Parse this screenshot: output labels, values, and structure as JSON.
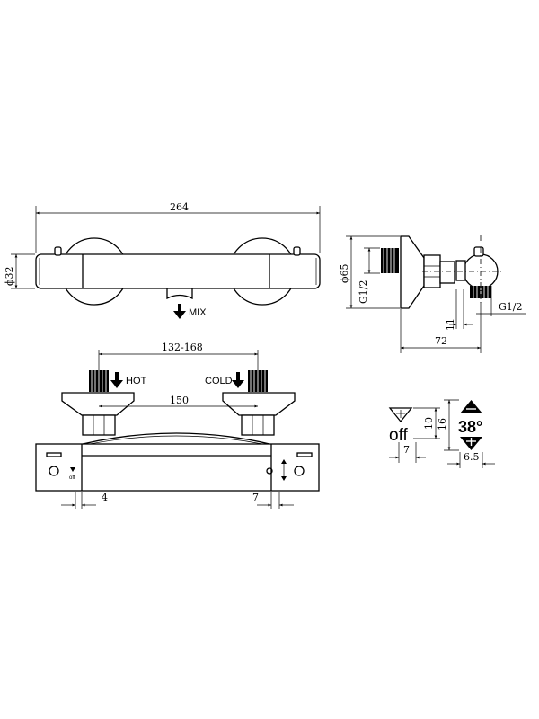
{
  "front_view": {
    "dim_length": "264",
    "dim_diameter": "ϕ32",
    "outlet_label": "MIX"
  },
  "side_view": {
    "dim_diameter": "ϕ65",
    "dim_thread_left": "G1/2",
    "dim_thread_right": "G1/2",
    "dim_offset": "11",
    "dim_depth": "72"
  },
  "plan_view": {
    "dim_centers": "132-168",
    "dim_eccentric": "150",
    "hot_label": "HOT",
    "cold_label": "COLD",
    "dim_left_gap": "4",
    "dim_right_gap": "7",
    "small_off_label": "off"
  },
  "detail_view": {
    "off_label": "off",
    "temp_label": "38°",
    "dim_height_left": "10",
    "dim_width_left": "7",
    "dim_height_right": "16",
    "dim_width_right": "6.5"
  }
}
